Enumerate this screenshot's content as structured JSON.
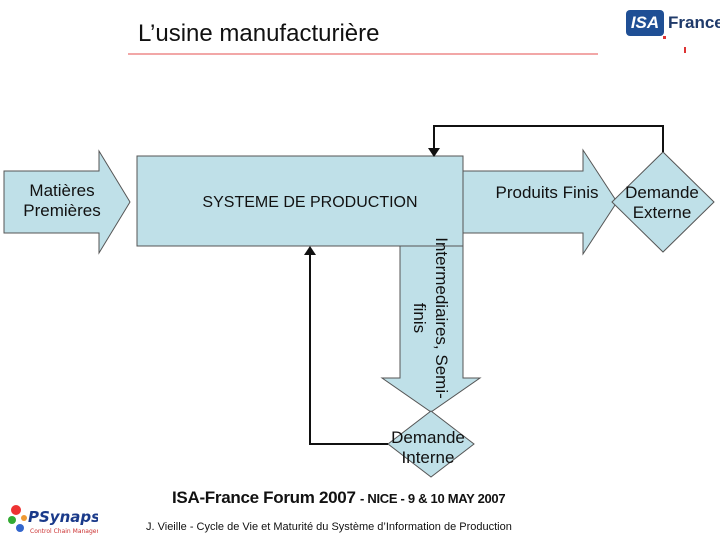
{
  "slide": {
    "title": "L’usine manufacturière",
    "logo": {
      "badge": "ISA",
      "text": "France"
    },
    "partner_logo": {
      "text": "PSynapses",
      "subtext": "Control Chain Management"
    },
    "forum_line": {
      "main": "ISA-France Forum 2007 ",
      "detail": "- NICE - 9 & 10 MAY 2007"
    },
    "footer": "J. Vieille - Cycle de Vie et Maturité du Système d’Information de Production"
  },
  "diagram": {
    "nodes": {
      "matieres": "Matières Premières",
      "system": "SYSTEME DE PRODUCTION",
      "produits": "Produits Finis",
      "demande_externe": "Demande Externe",
      "intermediaires": "Intermediaires, Semi-finis",
      "demande_interne": "Demande Interne"
    },
    "colors": {
      "fill": "#bfe0e8",
      "stroke": "#555555"
    }
  }
}
